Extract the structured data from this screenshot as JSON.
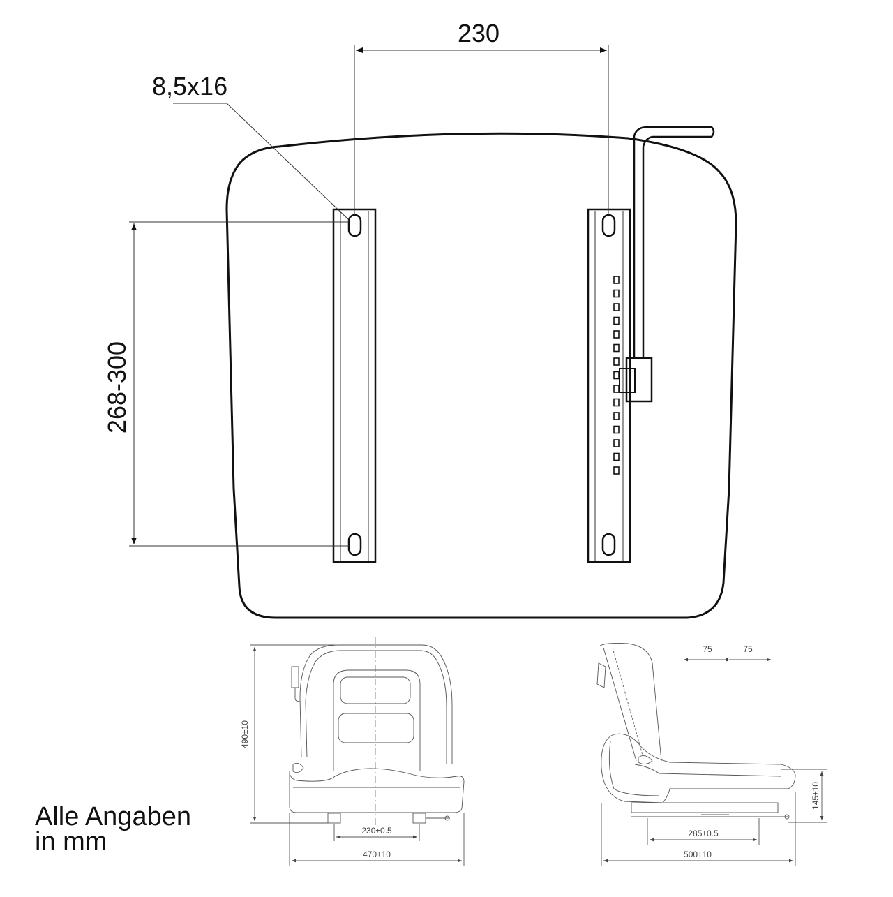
{
  "top_view": {
    "rail_spacing": "230",
    "slot_size": "8,5x16",
    "adjustment_range": "268-300"
  },
  "front_view": {
    "height": "490±10",
    "rail_spacing": "230±0.5",
    "width": "470±10"
  },
  "side_view": {
    "offset_left": "75",
    "offset_right": "75",
    "rail_length": "285±0.5",
    "depth": "500±10",
    "cushion_height": "145±10"
  },
  "note": {
    "line1": "Alle Angaben",
    "line2": "in mm"
  }
}
